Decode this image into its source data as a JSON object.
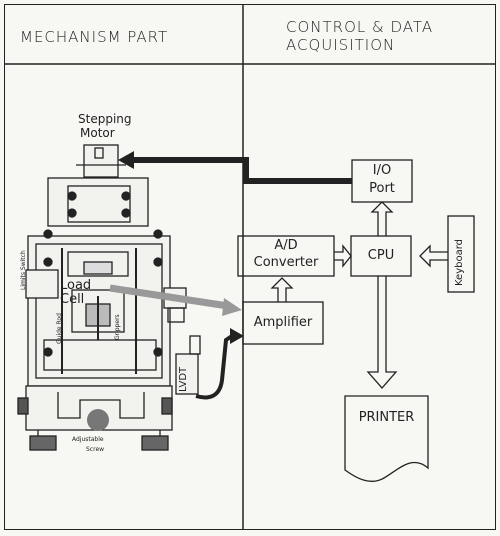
{
  "headers": {
    "left": "MECHANISM PART",
    "right_line1": "CONTROL & DATA",
    "right_line2": "ACQUISITION"
  },
  "mechanism": {
    "stepping_motor_line1": "Stepping",
    "stepping_motor_line2": "Motor",
    "load_cell_line1": "Load",
    "load_cell_line2": "Cell",
    "lvdt": "LVDT",
    "limits_switch": "Limits Switch",
    "guide_rod": "Guide Rod",
    "grippers": "Grippers",
    "adjustable_screw_line1": "Adjustable",
    "adjustable_screw_line2": "Screw"
  },
  "control": {
    "io_port_line1": "I/O",
    "io_port_line2": "Port",
    "ad_converter_line1": "A/D",
    "ad_converter_line2": "Converter",
    "cpu": "CPU",
    "keyboard": "Keyboard",
    "amplifier": "Amplifier",
    "printer": "PRINTER"
  }
}
